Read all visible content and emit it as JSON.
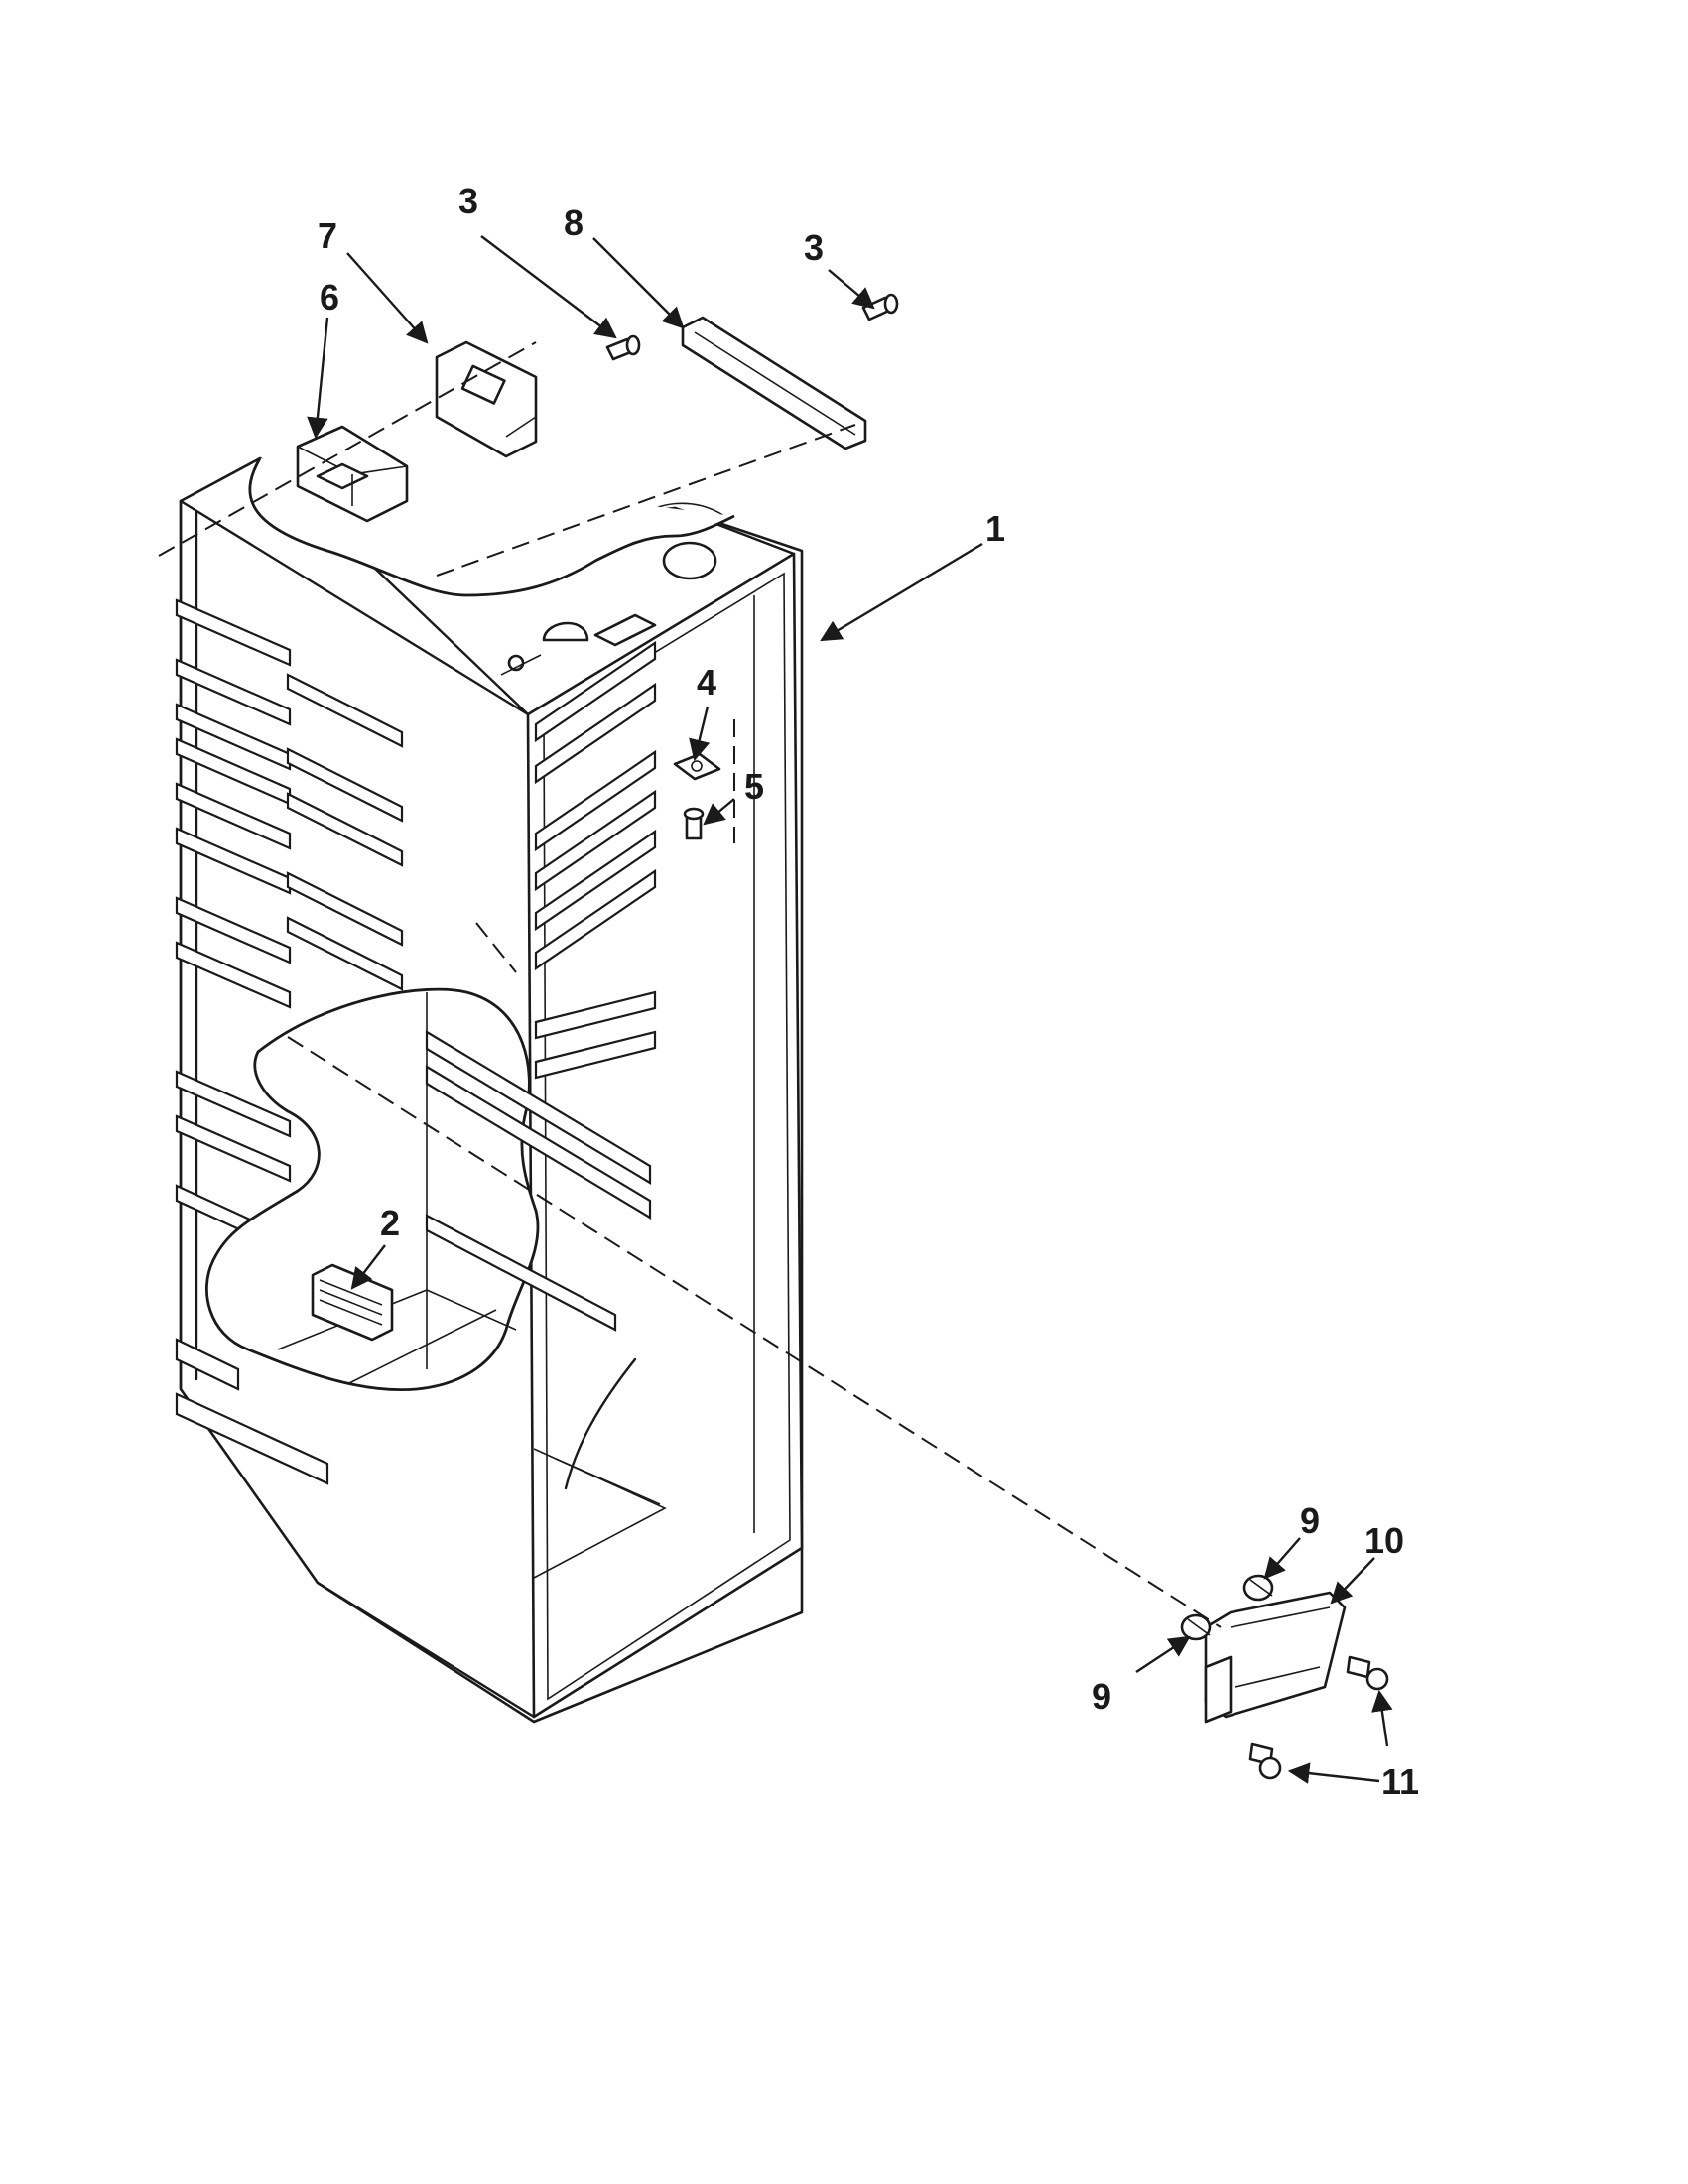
{
  "diagram": {
    "callouts": [
      {
        "id": "c1",
        "label": "1"
      },
      {
        "id": "c2",
        "label": "2"
      },
      {
        "id": "c3a",
        "label": "3"
      },
      {
        "id": "c3b",
        "label": "3"
      },
      {
        "id": "c4",
        "label": "4"
      },
      {
        "id": "c5",
        "label": "5"
      },
      {
        "id": "c6",
        "label": "6"
      },
      {
        "id": "c7",
        "label": "7"
      },
      {
        "id": "c8",
        "label": "8"
      },
      {
        "id": "c9a",
        "label": "9"
      },
      {
        "id": "c9b",
        "label": "9"
      },
      {
        "id": "c10",
        "label": "10"
      },
      {
        "id": "c11",
        "label": "11"
      }
    ]
  }
}
